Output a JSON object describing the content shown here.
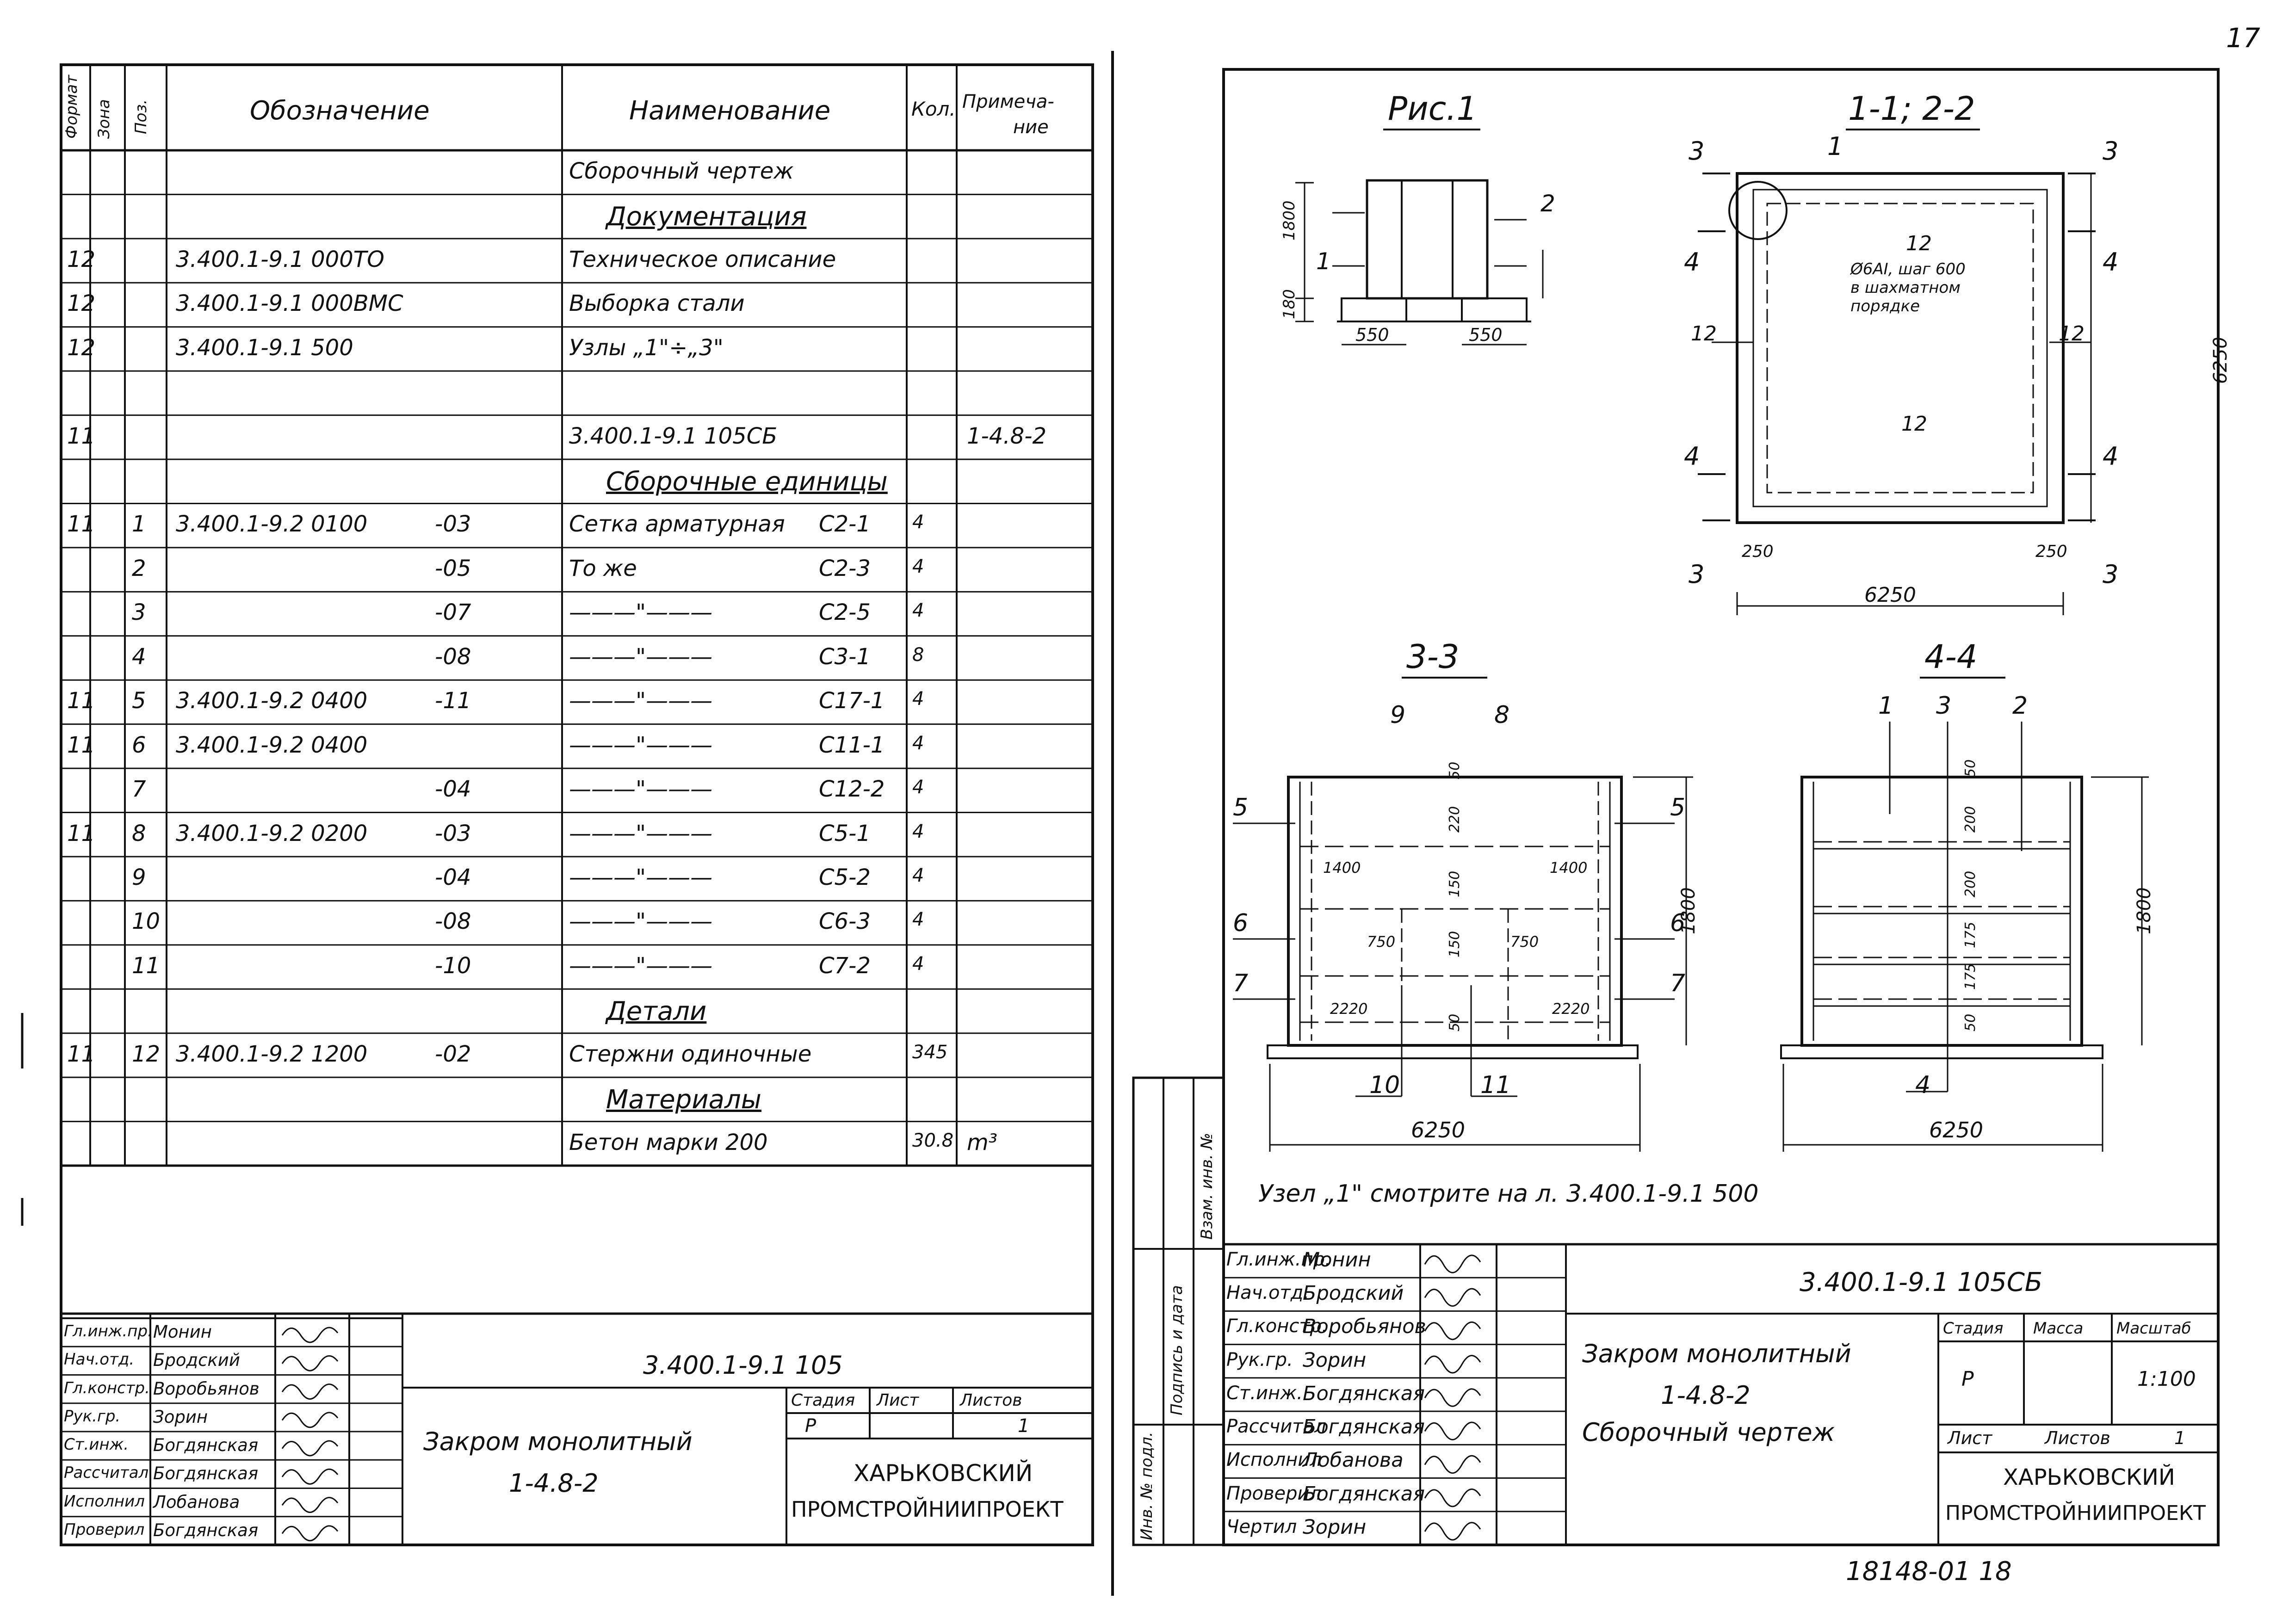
{
  "page_number": "17",
  "spec": {
    "headers": {
      "format": "Формат",
      "zone": "Зона",
      "pos": "Поз.",
      "designation": "Обозначение",
      "name": "Наименование",
      "qty": "Кол.",
      "note_line1": "Примеча-",
      "note_line2": "ние"
    },
    "rows": [
      {
        "fmt": "",
        "pos": "",
        "designation": "",
        "name": "Сборочный чертеж",
        "qty": "",
        "note": ""
      },
      {
        "fmt": "",
        "pos": "",
        "designation": "",
        "name": "Документация",
        "qty": "",
        "note": "",
        "section": true
      },
      {
        "fmt": "12",
        "pos": "",
        "designation": "3.400.1-9.1 000ТО",
        "name": "Техническое описание",
        "qty": "",
        "note": ""
      },
      {
        "fmt": "12",
        "pos": "",
        "designation": "3.400.1-9.1 000ВМС",
        "name": "Выборка стали",
        "qty": "",
        "note": ""
      },
      {
        "fmt": "12",
        "pos": "",
        "designation": "3.400.1-9.1 500",
        "name": "Узлы „1\"÷„3\"",
        "qty": "",
        "note": ""
      },
      {
        "fmt": "",
        "pos": "",
        "designation": "",
        "name": "",
        "qty": "",
        "note": ""
      },
      {
        "fmt": "11",
        "pos": "",
        "designation": "",
        "name": "3.400.1-9.1 105СБ",
        "qty": "",
        "note": "1-4.8-2"
      },
      {
        "fmt": "",
        "pos": "",
        "designation": "",
        "name": "Сборочные единицы",
        "qty": "",
        "note": "",
        "section": true
      },
      {
        "fmt": "11",
        "pos": "1",
        "designation": "3.400.1-9.2 0100",
        "dash": "-03",
        "name": "Сетка арматурная",
        "mark": "С2-1",
        "qty": "4",
        "note": ""
      },
      {
        "fmt": "",
        "pos": "2",
        "designation": "",
        "dash": "-05",
        "name": "То же",
        "mark": "С2-3",
        "qty": "4",
        "note": ""
      },
      {
        "fmt": "",
        "pos": "3",
        "designation": "",
        "dash": "-07",
        "name": "———\"———",
        "mark": "С2-5",
        "qty": "4",
        "note": ""
      },
      {
        "fmt": "",
        "pos": "4",
        "designation": "",
        "dash": "-08",
        "name": "———\"———",
        "mark": "С3-1",
        "qty": "8",
        "note": ""
      },
      {
        "fmt": "11",
        "pos": "5",
        "designation": "3.400.1-9.2 0400",
        "dash": "-11",
        "name": "———\"———",
        "mark": "С17-1",
        "qty": "4",
        "note": ""
      },
      {
        "fmt": "11",
        "pos": "6",
        "designation": "3.400.1-9.2 0400",
        "dash": "",
        "name": "———\"———",
        "mark": "С11-1",
        "qty": "4",
        "note": ""
      },
      {
        "fmt": "",
        "pos": "7",
        "designation": "",
        "dash": "-04",
        "name": "———\"———",
        "mark": "С12-2",
        "qty": "4",
        "note": ""
      },
      {
        "fmt": "11",
        "pos": "8",
        "designation": "3.400.1-9.2 0200",
        "dash": "-03",
        "name": "———\"———",
        "mark": "С5-1",
        "qty": "4",
        "note": ""
      },
      {
        "fmt": "",
        "pos": "9",
        "designation": "",
        "dash": "-04",
        "name": "———\"———",
        "mark": "С5-2",
        "qty": "4",
        "note": ""
      },
      {
        "fmt": "",
        "pos": "10",
        "designation": "",
        "dash": "-08",
        "name": "———\"———",
        "mark": "С6-3",
        "qty": "4",
        "note": ""
      },
      {
        "fmt": "",
        "pos": "11",
        "designation": "",
        "dash": "-10",
        "name": "———\"———",
        "mark": "С7-2",
        "qty": "4",
        "note": ""
      },
      {
        "fmt": "",
        "pos": "",
        "designation": "",
        "name": "Детали",
        "qty": "",
        "note": "",
        "section": true
      },
      {
        "fmt": "11",
        "pos": "12",
        "designation": "3.400.1-9.2 1200",
        "dash": "-02",
        "name": "Стержни одиночные",
        "qty": "345",
        "note": ""
      },
      {
        "fmt": "",
        "pos": "",
        "designation": "",
        "name": "Материалы",
        "qty": "",
        "note": "",
        "section": true
      },
      {
        "fmt": "",
        "pos": "",
        "designation": "",
        "name": "Бетон марки 200",
        "qty": "30.8",
        "note": "m³"
      }
    ]
  },
  "left_stamp": {
    "doc_number": "3.400.1-9.1 105",
    "title_line1": "Закром монолитный",
    "title_line2": "1-4.8-2",
    "stage_label": "Стадия",
    "sheet_label": "Лист",
    "sheets_label": "Листов",
    "stage": "Р",
    "sheet": "",
    "sheets": "1",
    "org_line1": "ХАРЬКОВСКИЙ",
    "org_line2": "ПРОМСТРОЙНИИПРОЕКТ",
    "people": [
      {
        "role": "Гл.инж.пр.",
        "name": "Монин"
      },
      {
        "role": "Нач.отд.",
        "name": "Бродский"
      },
      {
        "role": "Гл.констр.",
        "name": "Воробьянов"
      },
      {
        "role": "Рук.гр.",
        "name": "Зорин"
      },
      {
        "role": "Ст.инж.",
        "name": "Богдянская"
      },
      {
        "role": "Рассчитал",
        "name": "Богдянская"
      },
      {
        "role": "Исполнил",
        "name": "Лобанова"
      },
      {
        "role": "Проверил",
        "name": "Богдянская"
      }
    ]
  },
  "drawing": {
    "fig1_title": "Рис.1",
    "sec11_title": "1-1; 2-2",
    "sec33_title": "3-3",
    "sec44_title": "4-4",
    "fig1_dims": {
      "h_total": "1800",
      "h_base": "180",
      "w1": "550",
      "w2": "550",
      "mark2": "2",
      "mark1": "1"
    },
    "plan": {
      "size": "6250",
      "corner": "250",
      "mark_callout": "1",
      "pos12": "12",
      "note_line1": "Ø6АI, шаг 600",
      "note_line2": "в шахматном",
      "note_line3": "порядке",
      "cut3": "3",
      "cut4": "4"
    },
    "sec33": {
      "width": "6250",
      "height": "1800",
      "dims_v": [
        "50",
        "220",
        "150",
        "150",
        "50"
      ],
      "dims_h": [
        "1400",
        "1400",
        "750",
        "750",
        "2220",
        "2220"
      ],
      "labels": {
        "p5": "5",
        "p6": "6",
        "p7": "7",
        "p8": "8",
        "p9": "9",
        "p10": "10",
        "p11": "11"
      }
    },
    "sec44": {
      "width": "6250",
      "height": "1800",
      "dims_v": [
        "50",
        "200",
        "200",
        "175",
        "175",
        "50"
      ],
      "labels": {
        "p1": "1",
        "p2": "2",
        "p3": "3",
        "p4": "4"
      }
    },
    "node_note": "Узел „1\" смотрите на л. 3.400.1-9.1 500"
  },
  "side_strip": {
    "inv_orig": "Инв. № подл.",
    "sign_date": "Подпись и дата",
    "inv_dup": "Взам. инв. №"
  },
  "right_stamp": {
    "doc_number": "3.400.1-9.1 105СБ",
    "title_line1": "Закром монолитный",
    "title_line2": "1-4.8-2",
    "title_line3": "Сборочный чертеж",
    "stage_label": "Стадия",
    "mass_label": "Масса",
    "scale_label": "Масштаб",
    "stage": "Р",
    "mass": "",
    "scale": "1:100",
    "sheet_label": "Лист",
    "sheets_label": "Листов",
    "sheets": "1",
    "org_line1": "ХАРЬКОВСКИЙ",
    "org_line2": "ПРОМСТРОЙНИИПРОЕКТ",
    "people": [
      {
        "role": "Гл.инж.пр.",
        "name": "Монин"
      },
      {
        "role": "Нач.отд.",
        "name": "Бродский"
      },
      {
        "role": "Гл.констр.",
        "name": "Воробьянов"
      },
      {
        "role": "Рук.гр.",
        "name": "Зорин"
      },
      {
        "role": "Ст.инж.",
        "name": "Богдянская"
      },
      {
        "role": "Рассчитал",
        "name": "Богдянская"
      },
      {
        "role": "Исполнил",
        "name": "Лобанова"
      },
      {
        "role": "Проверил",
        "name": "Богдянская"
      },
      {
        "role": "Чертил",
        "name": "Зорин"
      }
    ]
  },
  "footer_code": "18148-01 18"
}
